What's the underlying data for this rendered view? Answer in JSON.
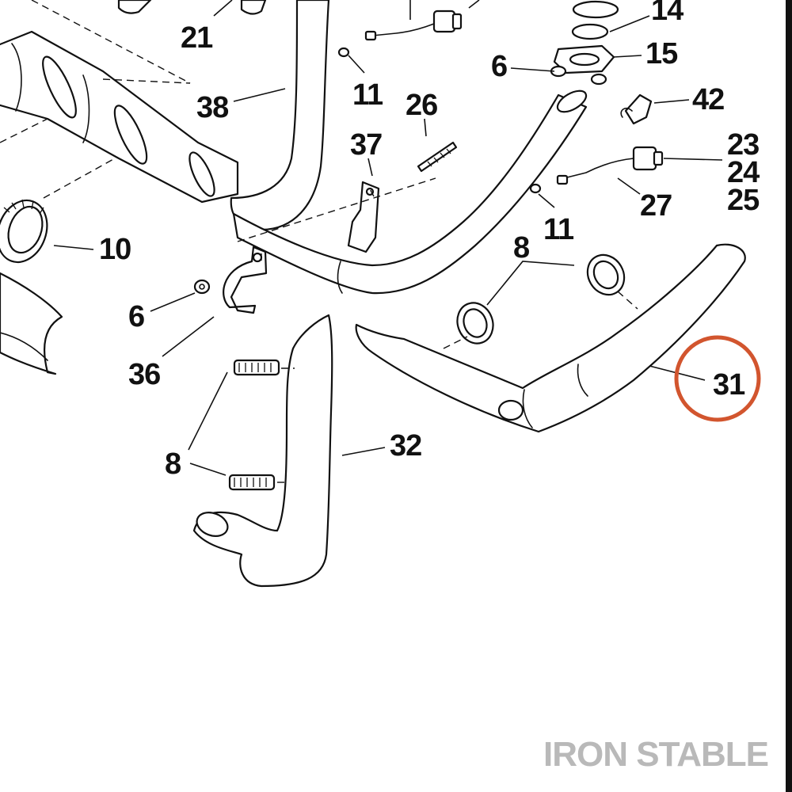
{
  "callouts": {
    "c14": "14",
    "c15": "15",
    "c21": "21",
    "c38": "38",
    "c11a": "11",
    "c26": "26",
    "c6a": "6",
    "c42": "42",
    "c23": "23",
    "c24": "24",
    "c25": "25",
    "c37": "37",
    "c27": "27",
    "c11b": "11",
    "c10": "10",
    "c8a": "8",
    "c6b": "6",
    "c36": "36",
    "c31": "31",
    "c8b": "8",
    "c32": "32"
  },
  "highlighted_callout": "31",
  "colors": {
    "line": "#111111",
    "highlight": "#d2552e",
    "watermark": "#b9b9b9"
  },
  "watermark": "IRON STABLE"
}
